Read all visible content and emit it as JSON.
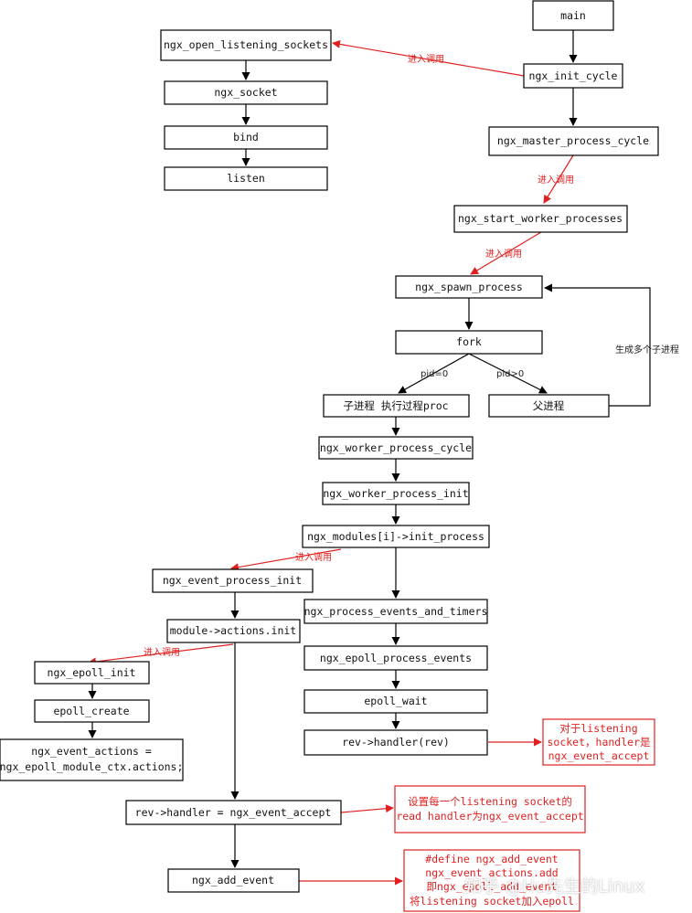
{
  "nodes": {
    "main": "main",
    "ngx_init_cycle": "ngx_init_cycle",
    "ngx_open_listening_sockets": "ngx_open_listening_sockets",
    "ngx_socket": "ngx_socket",
    "bind": "bind",
    "listen": "listen",
    "ngx_master_process_cycle": "ngx_master_process_cycle",
    "ngx_start_worker_processes": "ngx_start_worker_processes",
    "ngx_spawn_process": "ngx_spawn_process",
    "fork": "fork",
    "child_process": "子进程 执行过程proc",
    "parent_process": "父进程",
    "ngx_worker_process_cycle": "ngx_worker_process_cycle",
    "ngx_worker_process_init": "ngx_worker_process_init",
    "ngx_modules_init_process": "ngx_modules[i]->init_process",
    "ngx_event_process_init": "ngx_event_process_init",
    "module_actions_init": "module->actions.init",
    "ngx_epoll_init": "ngx_epoll_init",
    "epoll_create": "epoll_create",
    "ngx_event_actions": [
      "ngx_event_actions =",
      "ngx_epoll_module_ctx.actions;"
    ],
    "ngx_process_events_and_timers": "ngx_process_events_and_timers",
    "ngx_epoll_process_events": "ngx_epoll_process_events",
    "epoll_wait": "epoll_wait",
    "rev_handler_call": "rev->handler(rev)",
    "rev_handler_assign": "rev->handler = ngx_event_accept",
    "ngx_add_event": "ngx_add_event"
  },
  "notes": {
    "listening_handler": [
      "对于listening",
      "socket，handler是",
      "ngx_event_accept"
    ],
    "set_read_handler": [
      "设置每一个listening socket的",
      "read handler为ngx_event_accept"
    ],
    "define_add_event": [
      "#define ngx_add_event",
      "ngx_event_actions.add",
      "即ngx_epoll_add_event",
      "将listening socket加入epoll"
    ]
  },
  "edge_labels": {
    "call_1": "进入调用",
    "call_2": "进入调用",
    "call_3": "进入调用",
    "call_4": "进入调用",
    "call_5": "进入调用",
    "pid_child": "pid=0",
    "pid_parent": "pid>0",
    "spawn_multiple": "生成多个子进程"
  },
  "watermark": "知乎 @Hu先生的Linux",
  "colors": {
    "call_arrow": "#e02020",
    "flow_arrow": "#000000"
  }
}
